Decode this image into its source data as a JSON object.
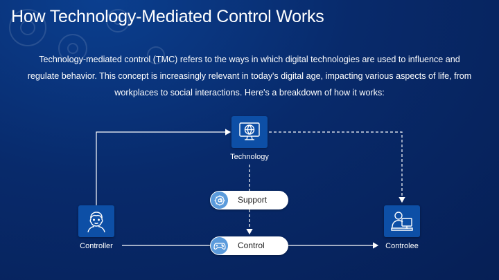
{
  "title": "How Technology-Mediated Control Works",
  "intro": "Technology-mediated control (TMC) refers to the ways in which digital technologies are used to influence and regulate behavior. This concept is increasingly relevant in today's digital age, impacting various aspects of life, from workplaces to social interactions. Here's a breakdown of how it works:",
  "diagram": {
    "nodes": {
      "technology": {
        "label": "Technology",
        "icon": "monitor-globe-icon"
      },
      "controller": {
        "label": "Controller",
        "icon": "person-icon"
      },
      "controlee": {
        "label": "Controlee",
        "icon": "user-at-computer-icon"
      }
    },
    "pills": {
      "support": {
        "label": "Support",
        "icon": "gear-at-icon"
      },
      "control": {
        "label": "Control",
        "icon": "gamepad-icon"
      }
    },
    "colors": {
      "background": "#082a6b",
      "node_fill": "#0d4fa6",
      "pill_fill": "#ffffff",
      "pill_icon": "#5b9bdc",
      "connector": "#ffffff"
    }
  }
}
